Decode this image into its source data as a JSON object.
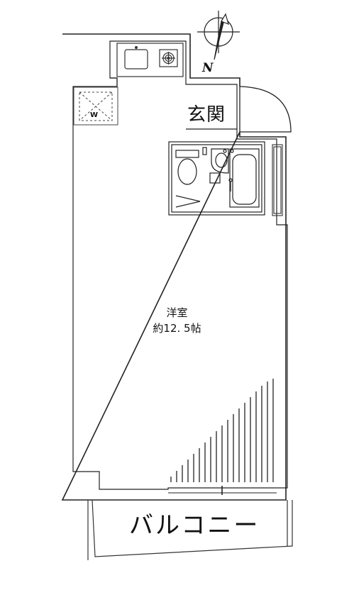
{
  "labels": {
    "entrance": "玄関",
    "room_name": "洋室",
    "room_size": "約12. 5帖",
    "balcony": "バルコニー",
    "north": "N",
    "washer": "W"
  },
  "colors": {
    "wall": "#222222",
    "line": "#444444",
    "background": "#ffffff"
  },
  "icons": [
    "compass-icon",
    "sink-icon",
    "stove-icon",
    "washer-icon",
    "toilet-icon",
    "washbasin-icon",
    "bathtub-icon",
    "door-swing-icon"
  ]
}
